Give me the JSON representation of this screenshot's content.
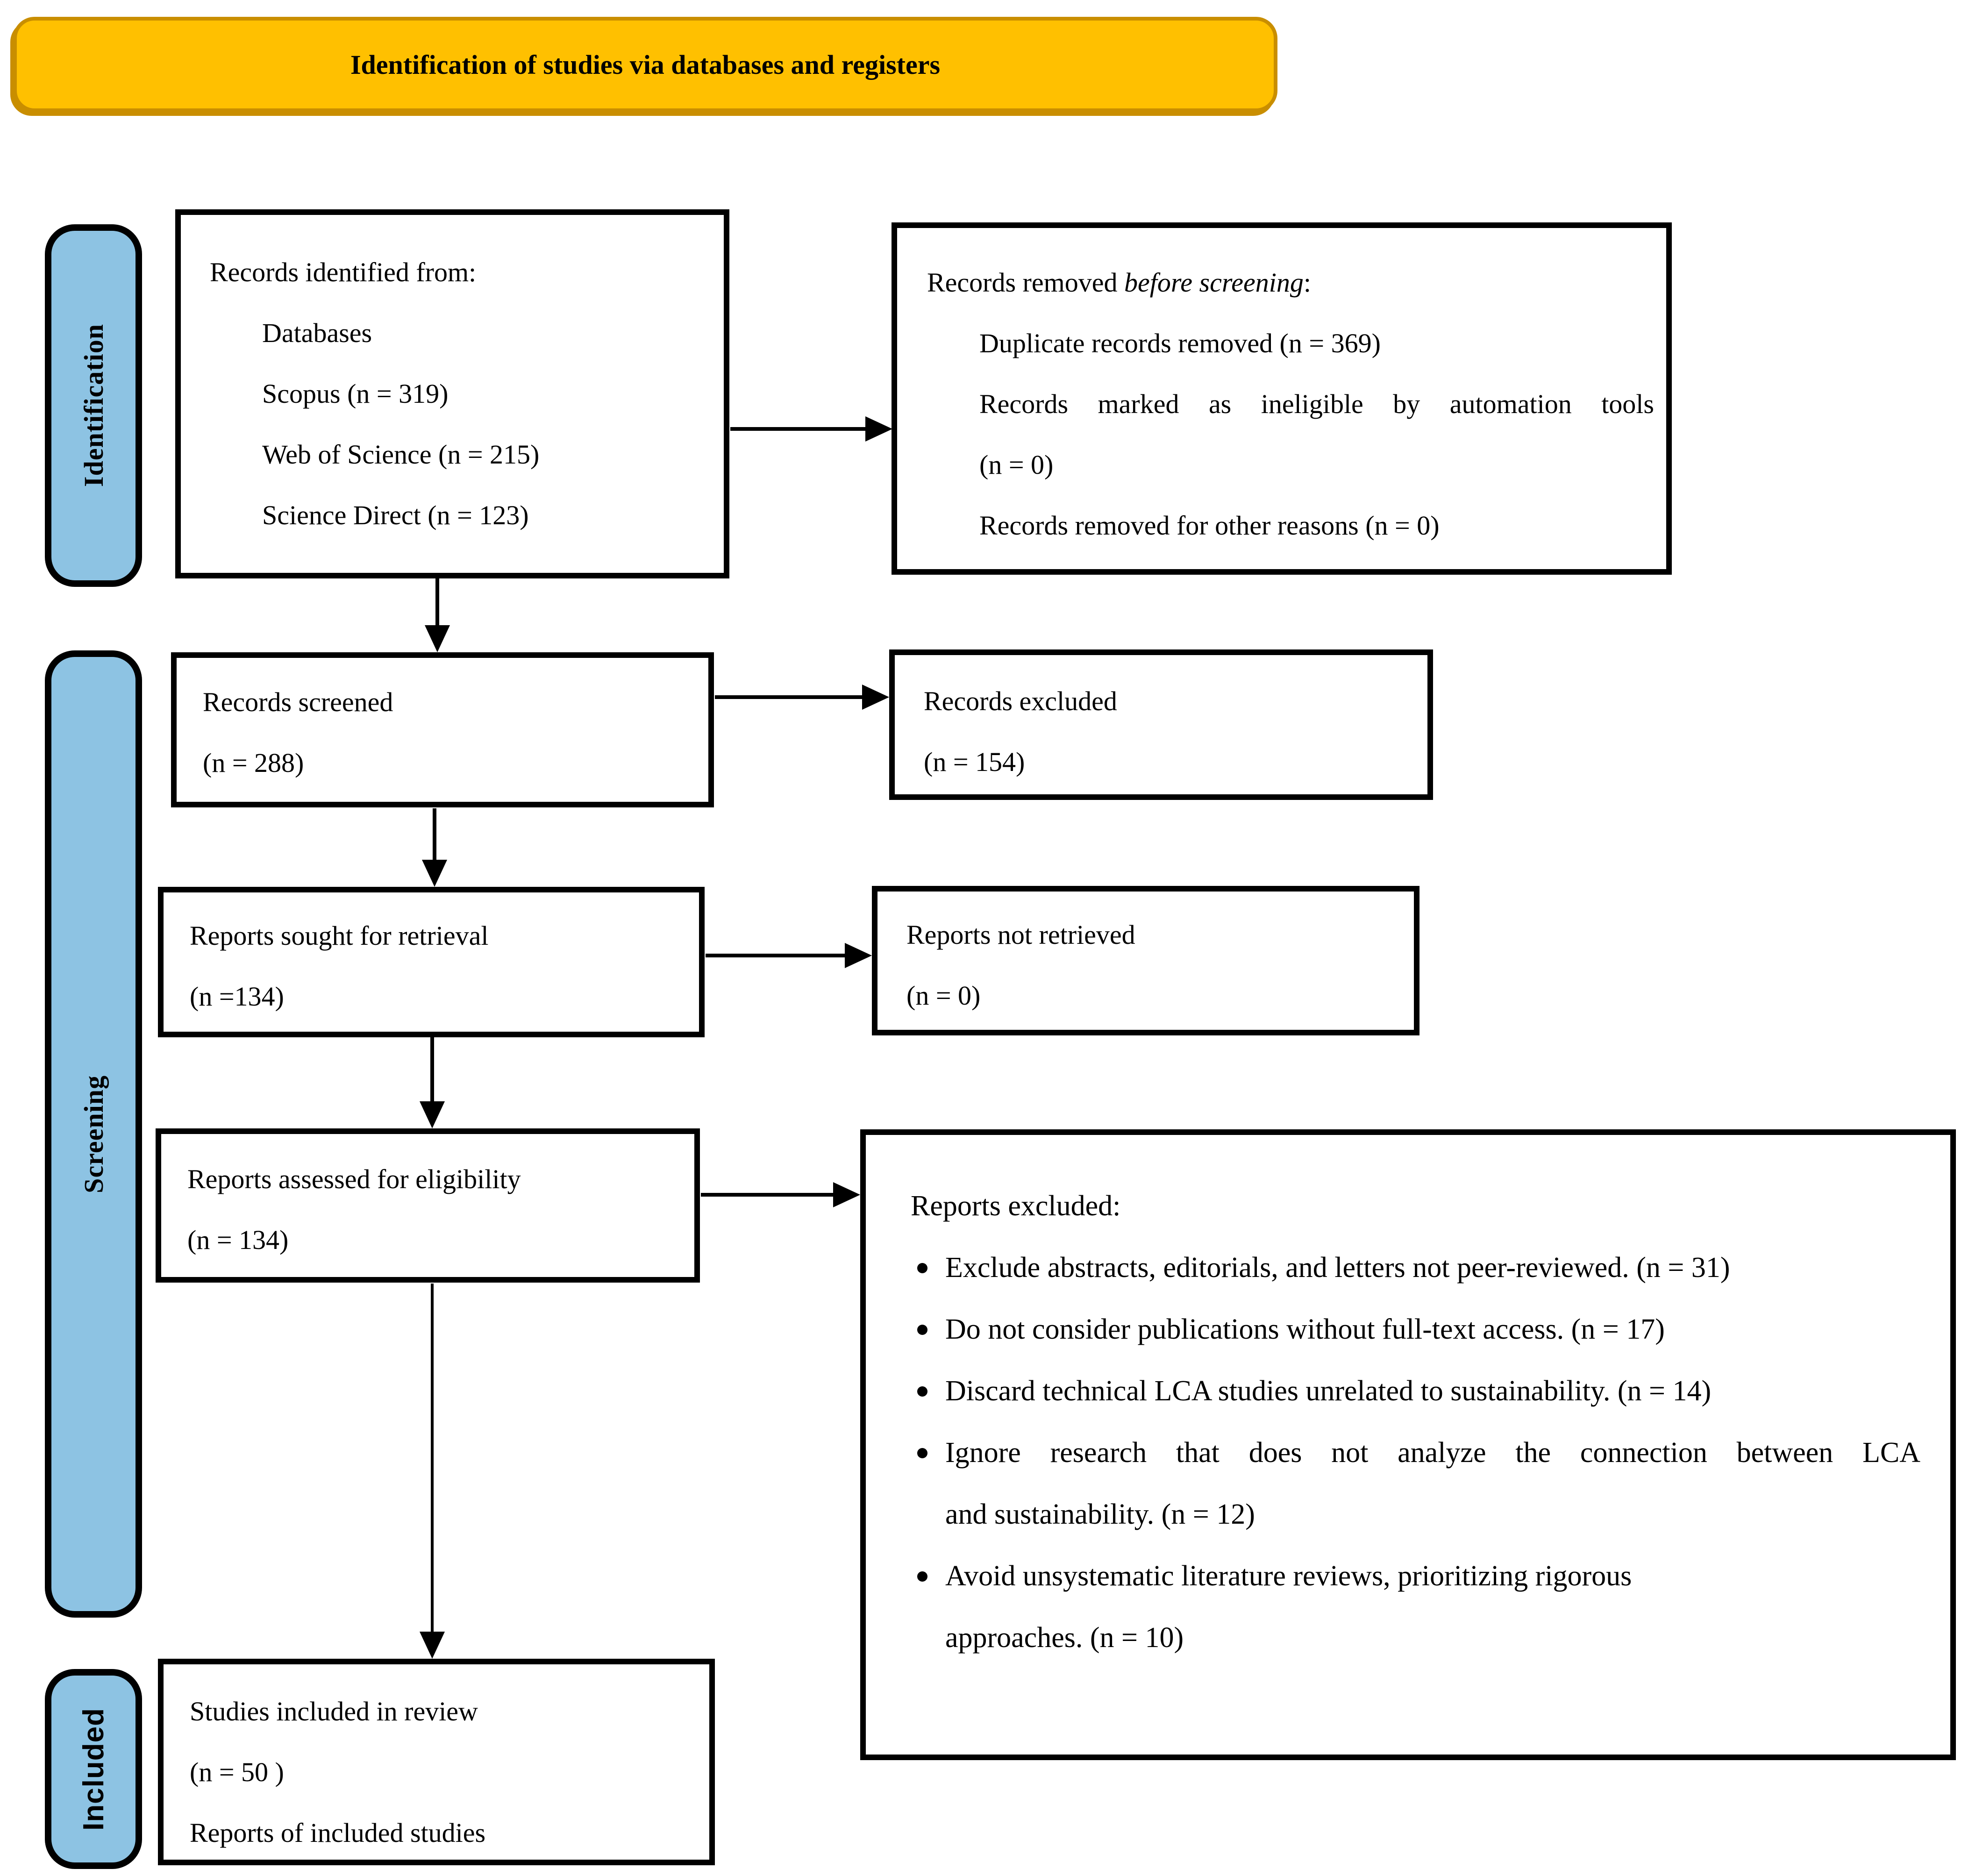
{
  "banner": {
    "title": "Identification of studies via databases and registers"
  },
  "stages": {
    "identification": "Identification",
    "screening": "Screening",
    "included": "Included"
  },
  "boxes": {
    "identified": {
      "title": "Records identified from:",
      "lines": [
        "Databases",
        "Scopus (n = 319)",
        "Web of Science (n = 215)",
        "Science Direct (n = 123)"
      ]
    },
    "removed": {
      "title_prefix": "Records removed ",
      "title_italic": "before screening",
      "title_suffix": ":",
      "lines": [
        "Duplicate records removed (n = 369)",
        "Records marked as ineligible by automation tools",
        "(n = 0)",
        "Records removed for other reasons (n = 0)"
      ]
    },
    "screened": {
      "lines": [
        "Records screened",
        "(n = 288)"
      ]
    },
    "records_excluded": {
      "lines": [
        "Records excluded",
        "(n = 154)"
      ]
    },
    "sought": {
      "lines": [
        "Reports sought for retrieval",
        "(n =134)"
      ]
    },
    "not_retrieved": {
      "lines": [
        "Reports not retrieved",
        "(n = 0)"
      ]
    },
    "assessed": {
      "lines": [
        "Reports assessed for eligibility",
        "(n = 134)"
      ]
    },
    "reports_excluded": {
      "title": "Reports excluded:",
      "bullets": [
        {
          "line1": "Exclude abstracts, editorials, and letters not peer-reviewed. (n = 31)"
        },
        {
          "line1": "Do not consider publications without full-text access. (n = 17)"
        },
        {
          "line1": "Discard technical LCA studies unrelated to sustainability. (n = 14)"
        },
        {
          "line1": "Ignore research that does not analyze the connection between LCA",
          "line2": "and sustainability. (n = 12)"
        },
        {
          "line1": "Avoid unsystematic literature reviews, prioritizing rigorous",
          "line2": "approaches. (n = 10)"
        }
      ]
    },
    "included_studies": {
      "lines": [
        "Studies included in review",
        "(n = 50 )",
        "Reports of included studies"
      ]
    }
  },
  "colors": {
    "background": "#FFFFFF",
    "banner_fill": "#FFC000",
    "banner_border": "#C98E00",
    "stage_fill": "#8DC3E3",
    "line_color": "#000000"
  }
}
